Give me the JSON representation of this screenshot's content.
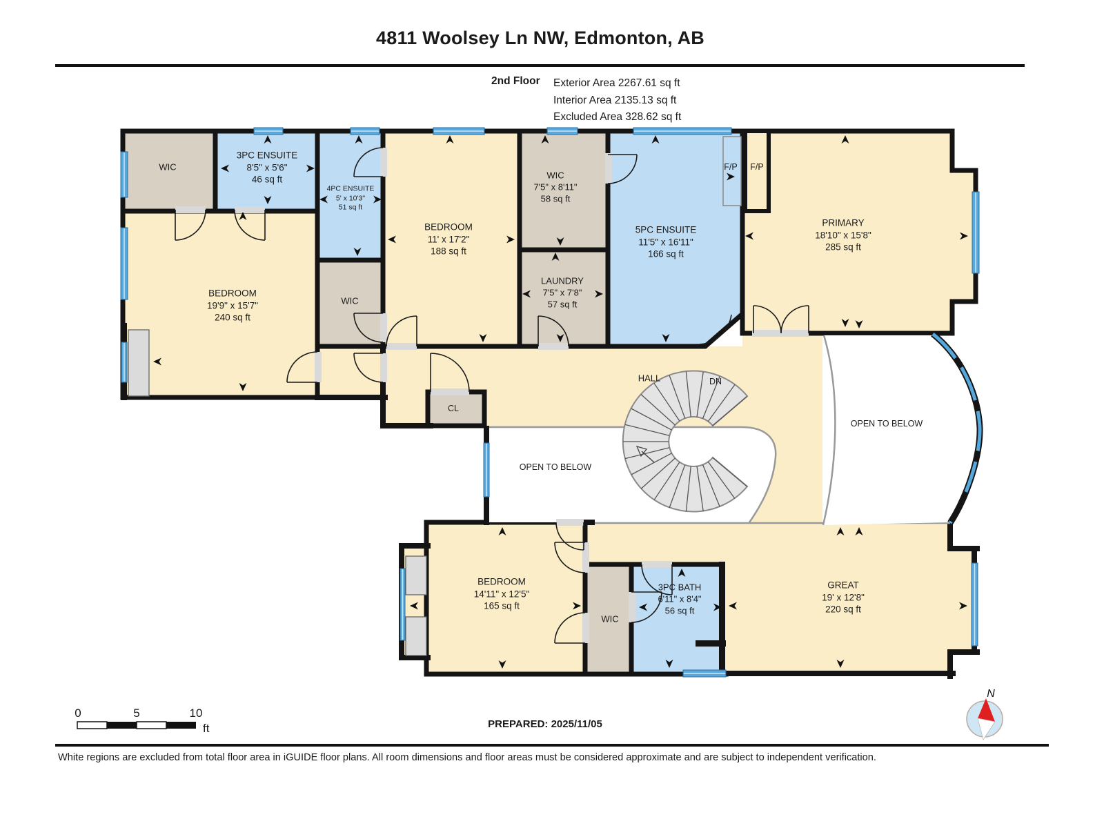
{
  "header": {
    "title": "4811 Woolsey Ln NW, Edmonton, AB"
  },
  "floor_info": {
    "floor_label": "2nd Floor",
    "exterior_area": "Exterior Area 2267.61 sq ft",
    "interior_area": "Interior Area 2135.13 sq ft",
    "excluded_area": "Excluded Area 328.62 sq ft"
  },
  "rooms": {
    "wic_nw": {
      "name": "WIC"
    },
    "ensuite_3pc": {
      "name": "3PC ENSUITE",
      "dims": "8'5\" x 5'6\"",
      "area": "46 sq ft"
    },
    "ensuite_4pc": {
      "name": "4PC ENSUITE",
      "dims": "5' x 10'3\"",
      "area": "51 sq ft"
    },
    "bedroom_west": {
      "name": "BEDROOM",
      "dims": "19'9\" x 15'7\"",
      "area": "240 sq ft"
    },
    "wic_mid": {
      "name": "WIC"
    },
    "bedroom_north": {
      "name": "BEDROOM",
      "dims": "11' x 17'2\"",
      "area": "188 sq ft"
    },
    "wic_ne": {
      "name": "WIC",
      "dims": "7'5\" x 8'11\"",
      "area": "58 sq ft"
    },
    "laundry": {
      "name": "LAUNDRY",
      "dims": "7'5\" x 7'8\"",
      "area": "57 sq ft"
    },
    "ensuite_5pc": {
      "name": "5PC ENSUITE",
      "dims": "11'5\" x 16'11\"",
      "area": "166 sq ft"
    },
    "primary": {
      "name": "PRIMARY",
      "dims": "18'10\" x 15'8\"",
      "area": "285 sq ft"
    },
    "bedroom_south": {
      "name": "BEDROOM",
      "dims": "14'11\" x 12'5\"",
      "area": "165 sq ft"
    },
    "wic_south": {
      "name": "WIC"
    },
    "bath_3pc": {
      "name": "3PC BATH",
      "dims": "6'11\" x 8'4\"",
      "area": "56 sq ft"
    },
    "great": {
      "name": "GREAT",
      "dims": "19' x 12'8\"",
      "area": "220 sq ft"
    }
  },
  "plan_labels": {
    "hall": "HALL",
    "dn": "DN",
    "cl": "CL",
    "open_to_below": "OPEN TO BELOW",
    "fireplace": "F/P"
  },
  "scale_bar": {
    "tick0": "0",
    "tick5": "5",
    "tick10": "10",
    "unit": "ft"
  },
  "compass": {
    "north": "N"
  },
  "footer": {
    "prepared": "PREPARED: 2025/11/05",
    "disclaimer": "White regions are excluded from total floor area in iGUIDE floor plans. All room dimensions and floor areas must be considered approximate and are subject to independent verification."
  },
  "colors": {
    "floor": "#FAEDC8",
    "closet": "#D8D0C3",
    "wet": "#BEDDF4",
    "wall": "#141414",
    "window": "#57A8DC",
    "stair": "#E4E4E4"
  }
}
